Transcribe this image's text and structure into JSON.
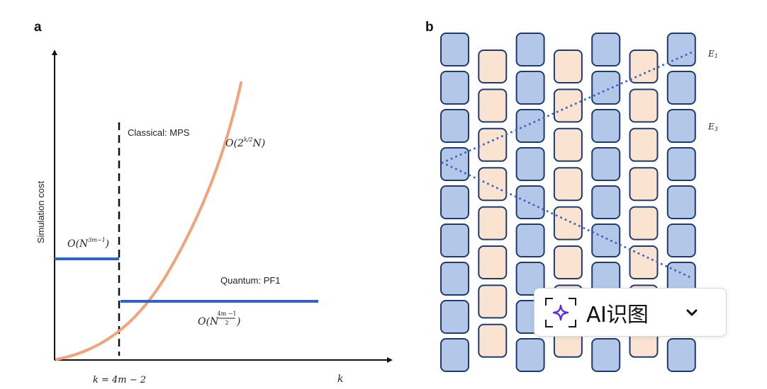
{
  "figure": {
    "panel_a": {
      "label": "a",
      "y_axis_label": "Simulation cost",
      "x_axis_label": "k",
      "x_marker_label": "k = 4m − 2",
      "classical_label": "Classical: MPS",
      "quantum_label": "Quantum: PF1",
      "curve_label": {
        "base": "O(2",
        "exp": "k/2",
        "tail": "N)"
      },
      "classical_cost_label": {
        "base": "O(N",
        "exp": "3m−1",
        "tail": ")"
      },
      "quantum_cost_label": {
        "base": "O(N",
        "exp_num": "4m −1",
        "exp_den": "2",
        "tail": ")"
      },
      "colors": {
        "curve": "#f0a47c",
        "quantum_lines": "#2f63c8",
        "axis": "#111111",
        "dashed": "#111111"
      }
    },
    "panel_b": {
      "label": "b",
      "columns": [
        {
          "type": "blue",
          "count": 9
        },
        {
          "type": "orange",
          "count": 8
        },
        {
          "type": "blue",
          "count": 9
        },
        {
          "type": "orange",
          "count": 8
        },
        {
          "type": "blue",
          "count": 9
        },
        {
          "type": "orange",
          "count": 8
        },
        {
          "type": "blue",
          "count": 9
        }
      ],
      "edge_labels": [
        {
          "main": "E",
          "sub": "1"
        },
        {
          "main": "E",
          "sub": "3"
        },
        {
          "main": "E",
          "sub": "3"
        }
      ],
      "colors": {
        "blue_fill": "#b3c8e8",
        "orange_fill": "#fbe3d2",
        "box_stroke": "#1f3b6e",
        "dotted": "#3c66c0"
      }
    }
  },
  "overlay": {
    "ai_popup": {
      "label": "AI识图",
      "icon": "sparkle-scan-icon",
      "accent": "#5b2de0",
      "dropdown_icon": "chevron-down-icon"
    }
  }
}
